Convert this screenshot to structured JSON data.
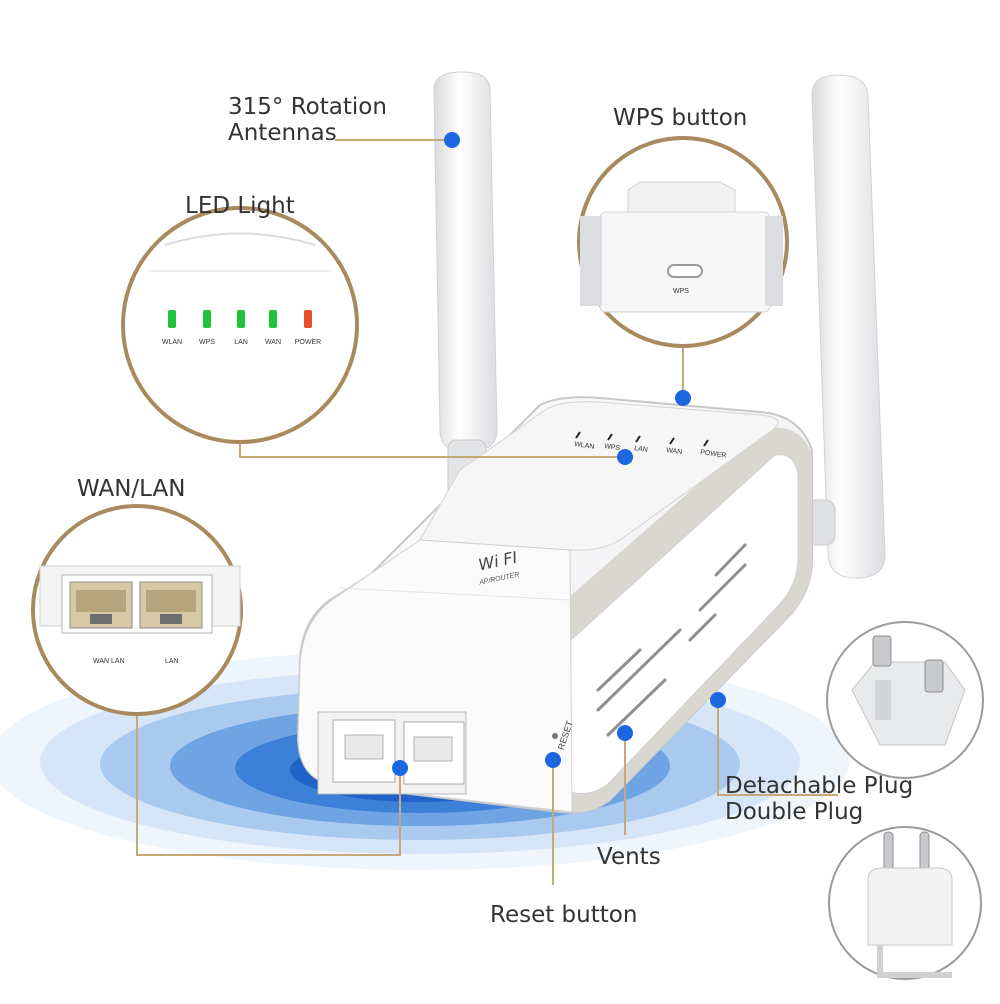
{
  "callouts": {
    "antennas_line1": "315° Rotation",
    "antennas_line2": "Antennas",
    "wps": "WPS button",
    "led": "LED Light",
    "wan_lan": "WAN/LAN",
    "plug_line1": "Detachable Plug",
    "plug_line2": "Double Plug",
    "vents": "Vents",
    "reset": "Reset button"
  },
  "device": {
    "logo_text": "Wi FI",
    "logo_sub": "AP/ROUTER",
    "reset_print": "RESET",
    "leds": [
      {
        "label": "WLAN",
        "color": "#22c33a"
      },
      {
        "label": "WPS",
        "color": "#22c33a"
      },
      {
        "label": "LAN",
        "color": "#22c33a"
      },
      {
        "label": "WAN",
        "color": "#22c33a"
      },
      {
        "label": "POWER",
        "color": "#e8502a"
      }
    ],
    "port_labels": [
      "WAN LAN",
      "LAN"
    ],
    "wps_print": "WPS"
  },
  "colors": {
    "accent_dot": "#1c66e0",
    "leader_line": "#c9a878",
    "ring_stroke": "#a98a5e",
    "ripple": "#4a90e2"
  }
}
